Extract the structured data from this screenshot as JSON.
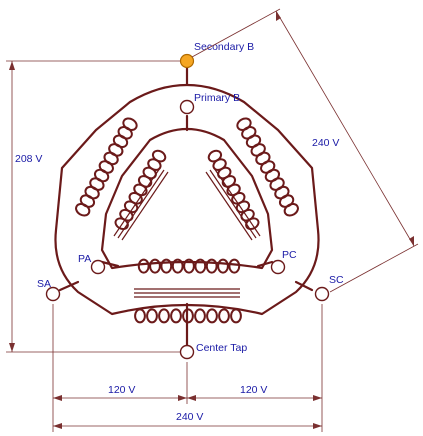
{
  "terminals": {
    "secondary_b": "Secondary B",
    "primary_b": "Primary B",
    "pa": "PA",
    "pc": "PC",
    "sa": "SA",
    "sc": "SC",
    "center_tap": "Center Tap"
  },
  "dimensions": {
    "left_height": "208 V",
    "diagonal": "240 V",
    "bottom_left": "120 V",
    "bottom_right": "120 V",
    "bottom_full": "240 V"
  },
  "colors": {
    "winding": "#6b1a1a",
    "secondary_b_terminal": "#f5a623",
    "label_text": "#1a1aa6"
  }
}
